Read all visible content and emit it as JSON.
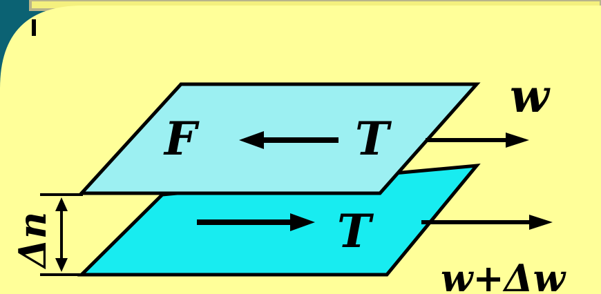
{
  "colors": {
    "background": "#0b6273",
    "top_band": "#f4f07e",
    "top_band_border": "#b8b48a",
    "panel": "#ffff99",
    "upper_plate": "#9cf0f2",
    "lower_plate": "#18ecf0",
    "ink": "#000000"
  },
  "labels": {
    "force": "F",
    "shear_upper": "T",
    "shear_lower": "T",
    "velocity_upper": "w",
    "velocity_lower": "w+Δw",
    "gap": "Δn"
  }
}
